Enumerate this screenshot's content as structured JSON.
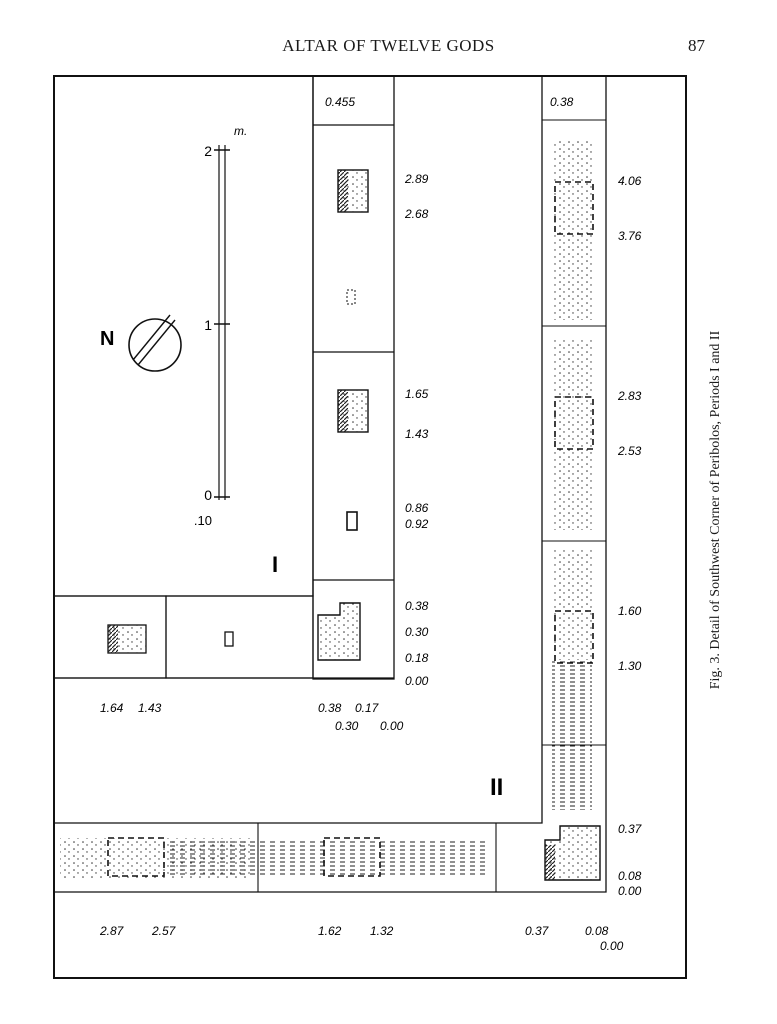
{
  "header": {
    "title": "ALTAR OF TWELVE GODS",
    "page_number": "87"
  },
  "figure": {
    "caption": "Fig. 3. Detail of Southwest Corner of Peribolos, Periods I and II",
    "period_labels": [
      "I",
      "II"
    ],
    "scale": {
      "tick_zero": "0",
      "tick_tenths": ".10",
      "tick_one": "1",
      "tick_two": "2",
      "unit": "m."
    },
    "north_label": "N",
    "top_width_labels": [
      "0.455",
      "0.38"
    ],
    "column_elevations": [
      "2.89",
      "2.68",
      "1.65",
      "1.43",
      "0.86",
      "0.92",
      "0.38",
      "0.30",
      "0.18",
      "0.00"
    ],
    "lower_column_elevations": [
      "4.06",
      "3.76",
      "2.83",
      "2.53",
      "1.60",
      "1.30",
      "0.37",
      "0.08",
      "0.00"
    ],
    "row_elevations_upper": [
      "1.64",
      "1.43",
      "0.38",
      "0.30",
      "0.17",
      "0.00"
    ],
    "row_elevations_lower": [
      "2.87",
      "2.57",
      "1.62",
      "1.32",
      "0.37",
      "0.08",
      "0.00"
    ]
  }
}
